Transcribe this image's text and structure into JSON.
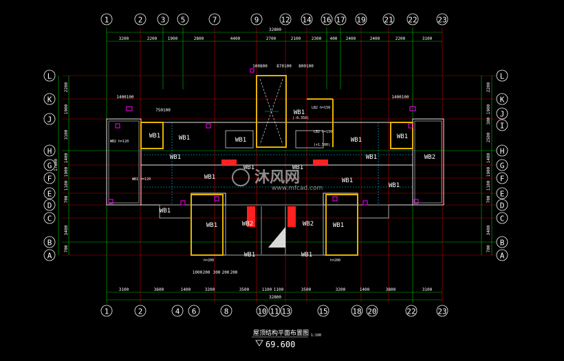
{
  "axes_top": [
    "1",
    "2",
    "3",
    "5",
    "7",
    "9",
    "12",
    "14",
    "16",
    "17",
    "19",
    "21",
    "22",
    "23"
  ],
  "axes_bottom": [
    "1",
    "2",
    "4",
    "6",
    "8",
    "10",
    "11",
    "13",
    "15",
    "18",
    "20",
    "22",
    "23"
  ],
  "axes_left": [
    "L",
    "K",
    "J",
    "H",
    "G",
    "F",
    "E",
    "D",
    "C",
    "B",
    "A"
  ],
  "axes_right": [
    "L",
    "K",
    "J",
    "I",
    "H",
    "G",
    "F",
    "E",
    "D",
    "C",
    "B",
    "A"
  ],
  "dims_top_total": "32800",
  "dims_top": [
    "3200",
    "2200",
    "1900",
    "2800",
    "4400",
    "2700",
    "2100",
    "2300",
    "400",
    "2400",
    "2400",
    "2200",
    "3100"
  ],
  "dims_top_local": [
    "100800",
    "870100",
    "800100",
    "1400100",
    "1400100",
    "750100"
  ],
  "dims_bottom_total": "32800",
  "dims_bottom": [
    "3100",
    "3600",
    "1400",
    "3200",
    "3500",
    "1100",
    "1100",
    "3500",
    "3200",
    "1400",
    "3800",
    "3100"
  ],
  "dims_bottom_local": [
    "1000",
    "200",
    "300",
    "200",
    "200"
  ],
  "dims_left": [
    "2200",
    "1900",
    "3100",
    "1400",
    "1900",
    "1100",
    "700",
    "3400",
    "700"
  ],
  "dims_left_total": "17800",
  "dims_right": [
    "2200",
    "1900",
    "300",
    "2500",
    "1400",
    "1900",
    "1100",
    "700",
    "3400",
    "700"
  ],
  "beam_labels": [
    "WB1",
    "WB1",
    "WB1",
    "WB1",
    "WB1",
    "WB1",
    "WB1",
    "WB1",
    "WB1",
    "WB1",
    "WB1",
    "WB2",
    "WB2",
    "WB1",
    "WB1",
    "WB1",
    "WB1",
    "WB1",
    "WB1",
    "WB2",
    "WB1"
  ],
  "notes": {
    "lb2_a": "LB2 h=150",
    "lb2_a_val": "(-0.350)",
    "lb2_b": "LB2 h=150",
    "lb2_b_val": "(+1.500)",
    "wb2_left": "WB2 h=120",
    "wb1_left": "WB1 h=120",
    "h200": "h=200"
  },
  "title": "屋顶结构平面布置图",
  "scale": "1:100",
  "elevation": "69.600",
  "watermark": "沐风网",
  "watermark_url": "www.mfcad.com"
}
